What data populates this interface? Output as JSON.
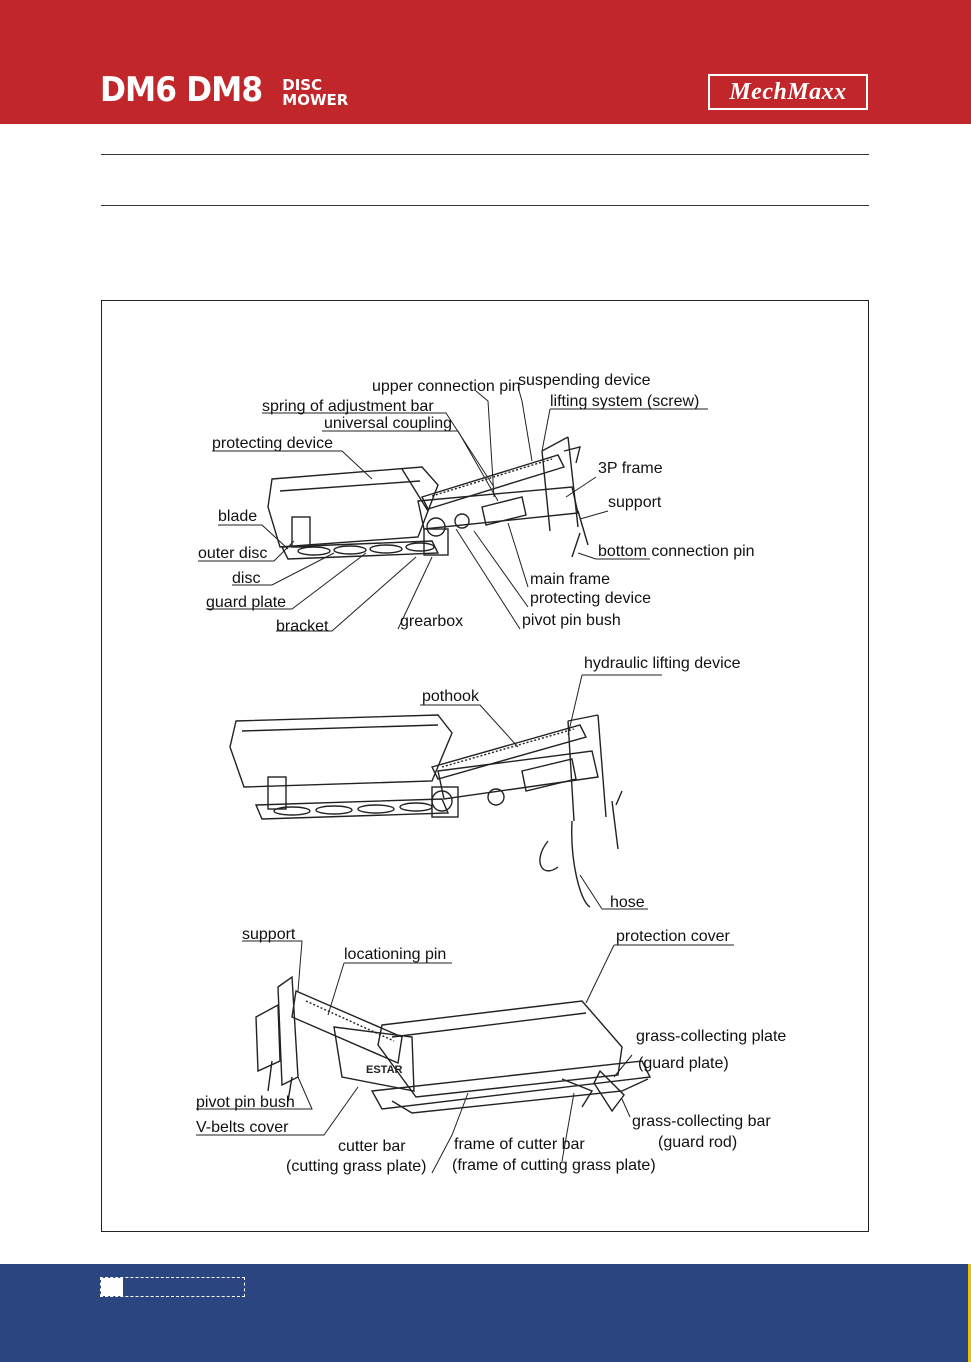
{
  "header": {
    "model": "DM6 DM8",
    "disc": "DISC",
    "mower": "MOWER",
    "brand_logo": "MechMaxx",
    "background": "#c0262a"
  },
  "figure": {
    "diagram1": {
      "labels": {
        "upper_connection_pin": "upper connection pin",
        "suspending_device": "suspending device",
        "spring_of_adjustment_bar": "spring of adjustment bar",
        "lifting_system": "lifting system (screw)",
        "universal_coupling": "universal coupling",
        "protecting_device_top": "protecting device",
        "frame_3p": "3P frame",
        "support": "support",
        "blade": "blade",
        "outer_disc": "outer disc",
        "bottom_connection_pin": "bottom connection pin",
        "disc": "disc",
        "main_frame": "main frame",
        "guard_plate": "guard plate",
        "protecting_device_bottom": "protecting device",
        "bracket": "bracket",
        "grearbox": "grearbox",
        "pivot_pin_bush": "pivot pin bush"
      }
    },
    "diagram2": {
      "labels": {
        "hydraulic_lifting_device": "hydraulic lifting device",
        "pothook": "pothook",
        "hose": "hose"
      }
    },
    "diagram3": {
      "labels": {
        "support": "support",
        "protection_cover": "protection cover",
        "locationing_pin": "locationing pin",
        "grass_collecting_plate": "grass-collecting plate",
        "grass_collecting_plate_sub": "(guard plate)",
        "pivot_pin_bush": "pivot pin bush",
        "v_belts_cover": "V-belts cover",
        "grass_collecting_bar": "grass-collecting bar",
        "grass_collecting_bar_sub": "(guard rod)",
        "cutter_bar": "cutter bar",
        "cutter_bar_sub": "(cutting grass plate)",
        "frame_of_cutter_bar": "frame of cutter bar",
        "frame_of_cutter_bar_sub": "(frame of cutting grass plate)",
        "brand_on_cover": "ESTAR"
      }
    }
  },
  "footer": {
    "page_number": "",
    "background": "#2b4580"
  }
}
